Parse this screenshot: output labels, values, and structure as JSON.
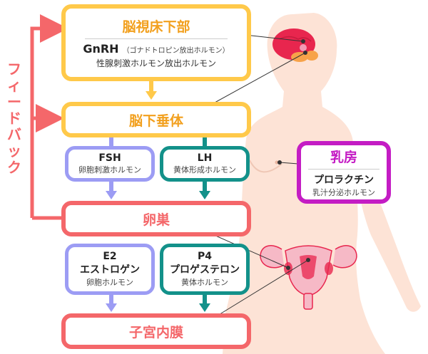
{
  "colors": {
    "yellow": "#FFC94A",
    "orange_text": "#F2A01E",
    "red": "#F4676A",
    "periwinkle": "#9C9CF4",
    "teal": "#13918A",
    "magenta": "#C41CC4",
    "skin": "#FDE3D6",
    "brain": "#E8264E"
  },
  "feedback_label": "フィードバック",
  "hypothalamus": {
    "title": "脳視床下部",
    "hormone": "GnRH",
    "hormone_note": "（ゴナドトロピン放出ホルモン）",
    "desc": "性腺刺激ホルモン放出ホルモン"
  },
  "pituitary": {
    "title": "脳下垂体"
  },
  "fsh": {
    "name": "FSH",
    "desc": "卵胞刺激ホルモン"
  },
  "lh": {
    "name": "LH",
    "desc": "黄体形成ホルモン"
  },
  "ovary": {
    "title": "卵巣"
  },
  "e2": {
    "name": "E2",
    "name2": "エストロゲン",
    "desc": "卵胞ホルモン"
  },
  "p4": {
    "name": "P4",
    "name2": "プロゲステロン",
    "desc": "黄体ホルモン"
  },
  "uterus": {
    "title": "子宮内膜"
  },
  "breast": {
    "title": "乳房",
    "hormone": "プロラクチン",
    "desc": "乳汁分泌ホルモン"
  },
  "icons": [
    "body-silhouette-icon",
    "brain-icon",
    "uterus-icon"
  ]
}
